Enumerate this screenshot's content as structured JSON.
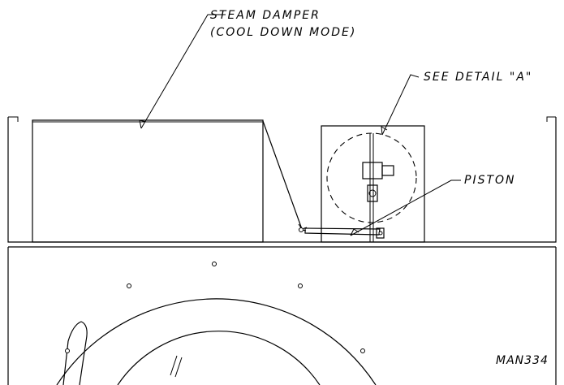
{
  "labels": {
    "steam_damper_line1": "STEAM DAMPER",
    "steam_damper_line2": "(COOL DOWN MODE)",
    "see_detail": "SEE DETAIL \"A\"",
    "piston": "PISTON",
    "drawing_number": "MAN334"
  }
}
